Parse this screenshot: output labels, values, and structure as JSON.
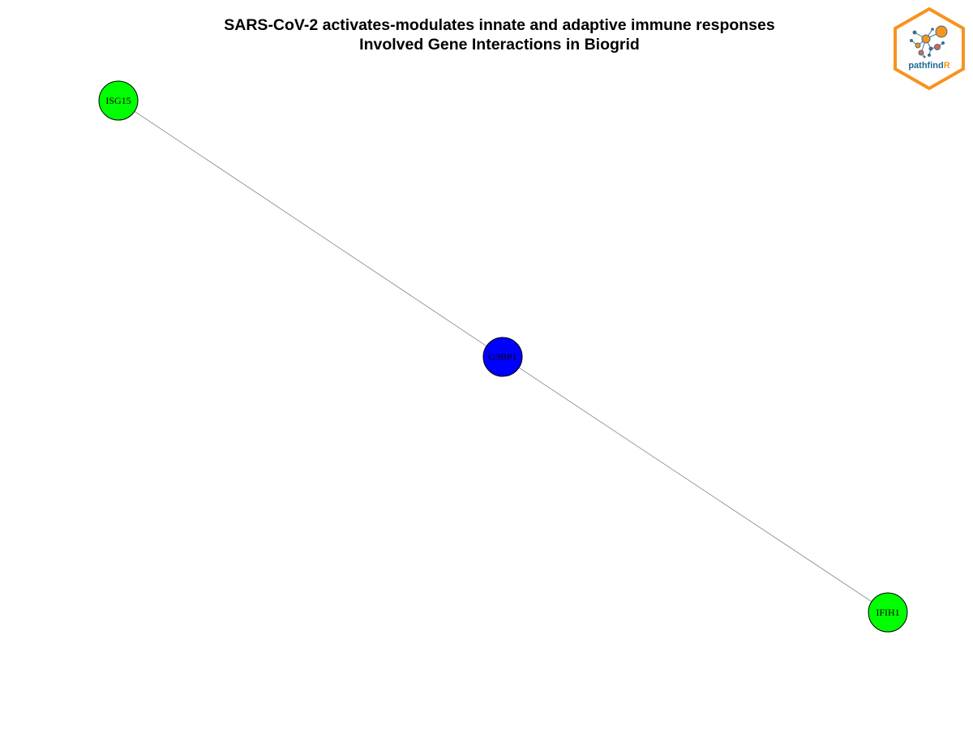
{
  "title": {
    "line1": "SARS-CoV-2 activates-modulates innate and adaptive immune responses",
    "line2": "Involved Gene Interactions in Biogrid"
  },
  "network": {
    "nodes": [
      {
        "id": "ISG15",
        "label": "ISG15",
        "color": "#00FF00"
      },
      {
        "id": "G3BP1",
        "label": "G3BP1",
        "color": "#0000FF"
      },
      {
        "id": "IFIH1",
        "label": "IFIH1",
        "color": "#00FF00"
      }
    ],
    "edges": [
      {
        "source": "ISG15",
        "target": "G3BP1"
      },
      {
        "source": "G3BP1",
        "target": "IFIH1"
      }
    ],
    "edge_color": "#999999",
    "node_border_color": "#000000"
  },
  "logo": {
    "text_main": "pathfind",
    "text_accent": "R",
    "border_color": "#F7931E",
    "text_color": "#1B6A96",
    "accent_color": "#F7931E"
  }
}
